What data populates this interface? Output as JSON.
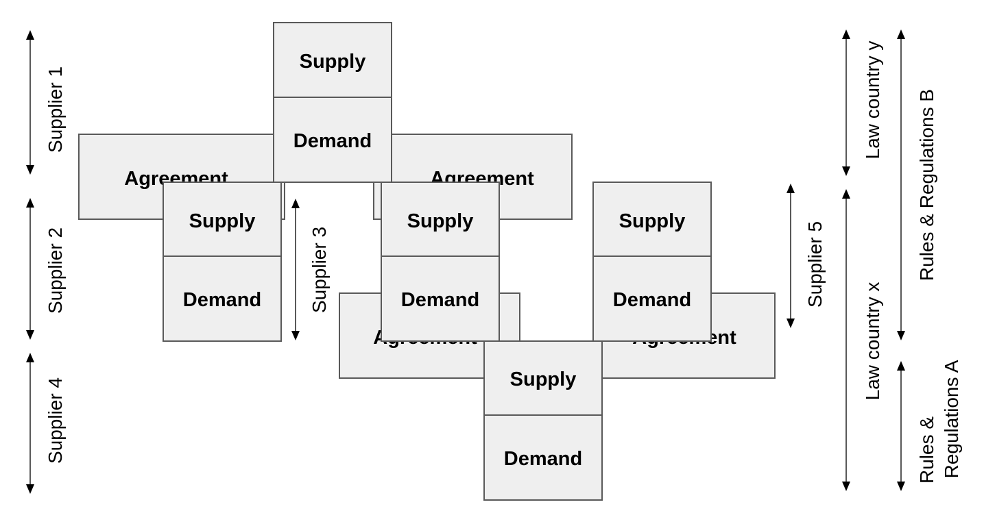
{
  "diagram": {
    "agreement_label": "Agreement",
    "supply_label": "Supply",
    "demand_label": "Demand",
    "suppliers": [
      "Supplier 1",
      "Supplier 2",
      "Supplier 3",
      "Supplier 4",
      "Supplier 5"
    ],
    "laws": [
      "Law country y",
      "Law country x"
    ],
    "rules": {
      "b": "Rules & Regulations B",
      "a_line1": "Rules &",
      "a_line2": "Regulations A"
    }
  }
}
